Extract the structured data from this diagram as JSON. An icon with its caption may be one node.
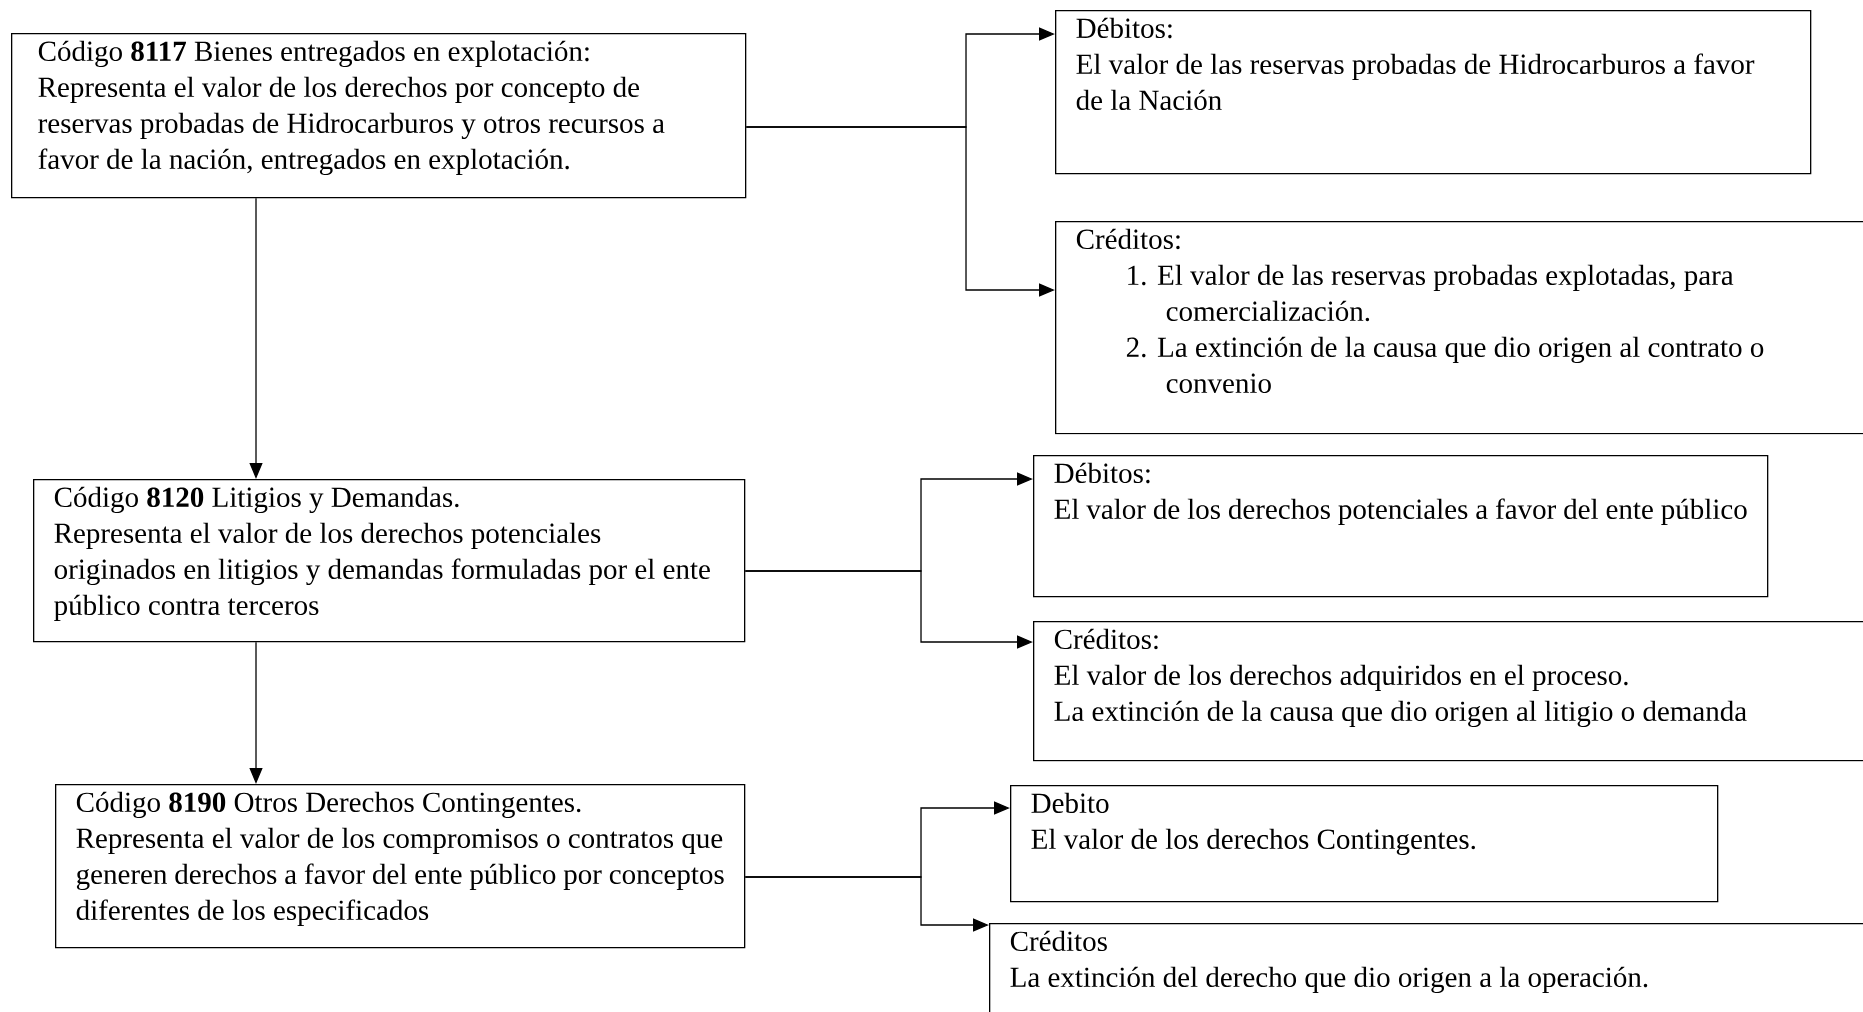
{
  "diagram": {
    "nodes": [
      {
        "text": [
          "Código **8117** Bienes entregados en explotación:",
          "Representa el valor de los derechos por concepto de reservas probadas de Hidrocarburos y otros recursos a favor de la nación, entregados en explotación."
        ]
      },
      {
        "text": [
          "Débitos:",
          "El valor de las reservas probadas de Hidrocarburos a favor de la Nación"
        ]
      },
      {
        "text": [
          "Créditos:",
          "1. El valor de las reservas probadas explotadas, para comercialización.",
          "2. La extinción de la causa que dio origen al contrato o convenio"
        ]
      },
      {
        "text": [
          "Código **8120** Litigios y Demandas.",
          "Representa el valor de los derechos potenciales originados en litigios y demandas formuladas por el ente público contra terceros"
        ]
      },
      {
        "text": [
          "Débitos:",
          "El valor de los derechos potenciales a favor del ente público"
        ]
      },
      {
        "text": [
          "Créditos:",
          "El valor de los derechos adquiridos en el proceso.",
          "La extinción de la causa que dio origen al litigio o demanda"
        ]
      },
      {
        "text": [
          "Código **8190** Otros Derechos Contingentes.",
          "Representa el valor de los compromisos o contratos que generen derechos a favor del ente público por conceptos diferentes de los especificados"
        ]
      },
      {
        "text": [
          "Debito",
          "El valor de los derechos Contingentes."
        ]
      },
      {
        "text": [
          "Créditos",
          "La extinción del derecho que dio origen a la operación."
        ]
      }
    ],
    "edges": [
      {
        "from": 0,
        "to": 1,
        "arrow": "to"
      },
      {
        "from": 0,
        "to": 2,
        "arrow": "to"
      },
      {
        "from": 0,
        "to": 3,
        "arrow": "to"
      },
      {
        "from": 3,
        "to": 4,
        "arrow": "to"
      },
      {
        "from": 3,
        "to": 5,
        "arrow": "to"
      },
      {
        "from": 3,
        "to": 6,
        "arrow": "to"
      },
      {
        "from": 6,
        "to": 7,
        "arrow": "to"
      },
      {
        "from": 6,
        "to": 8,
        "arrow": "to"
      }
    ]
  }
}
